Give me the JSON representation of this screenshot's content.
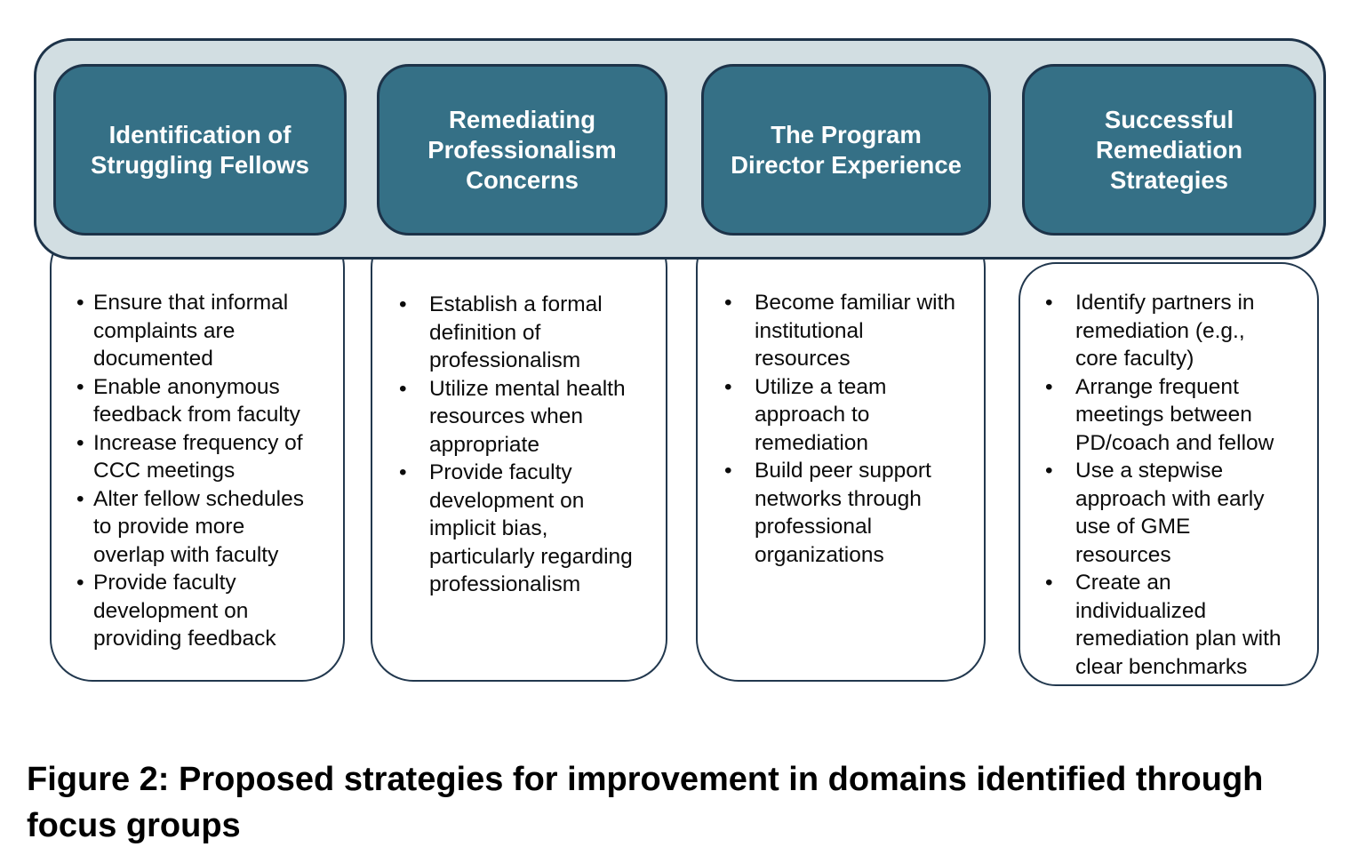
{
  "figure": {
    "caption": "Figure 2: Proposed strategies for improvement in domains identified through focus groups"
  },
  "colors": {
    "header_fill": "#357086",
    "band_fill": "#d2dee2",
    "border": "#1d3349",
    "header_text": "#ffffff",
    "body_text": "#0b0b0b"
  },
  "columns": [
    {
      "header": "Identification of Struggling Fellows",
      "items": [
        "Ensure that informal complaints are documented",
        "Enable anonymous feedback from faculty",
        "Increase frequency of CCC meetings",
        "Alter fellow schedules to provide more overlap with faculty",
        "Provide faculty development on providing feedback"
      ]
    },
    {
      "header": "Remediating Professionalism Concerns",
      "items": [
        "Establish a formal definition of professionalism",
        "Utilize mental health resources when appropriate",
        "Provide faculty development on implicit bias, particularly regarding professionalism"
      ]
    },
    {
      "header": "The Program Director Experience",
      "items": [
        "Become familiar with institutional resources",
        "Utilize a team approach to remediation",
        "Build peer support networks through professional organizations"
      ]
    },
    {
      "header": "Successful Remediation Strategies",
      "items": [
        "Identify partners in remediation (e.g., core faculty)",
        "Arrange frequent meetings between PD/coach and fellow",
        "Use a stepwise approach with early use of GME resources",
        "Create an individualized remediation plan with clear benchmarks"
      ]
    }
  ]
}
